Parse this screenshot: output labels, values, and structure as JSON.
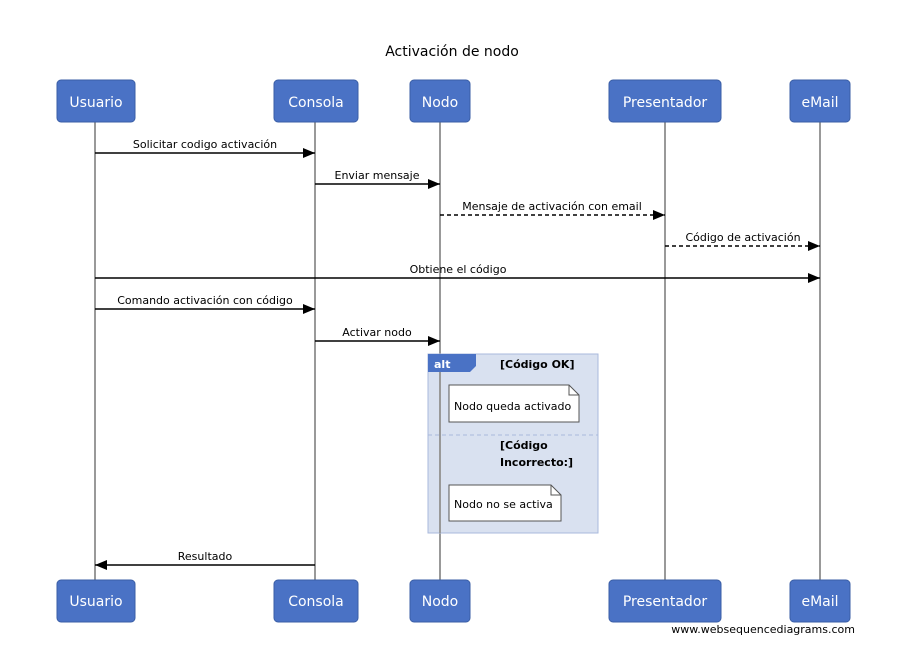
{
  "diagram": {
    "title": "Activación de nodo",
    "actors": [
      {
        "id": "usuario",
        "label": "Usuario"
      },
      {
        "id": "consola",
        "label": "Consola"
      },
      {
        "id": "nodo",
        "label": "Nodo"
      },
      {
        "id": "presentador",
        "label": "Presentador"
      },
      {
        "id": "email",
        "label": "eMail"
      }
    ],
    "messages": [
      {
        "from": "usuario",
        "to": "consola",
        "label": "Solicitar codigo activación",
        "style": "solid"
      },
      {
        "from": "consola",
        "to": "nodo",
        "label": "Enviar mensaje",
        "style": "solid"
      },
      {
        "from": "nodo",
        "to": "presentador",
        "label": "Mensaje de activación con email",
        "style": "dashed"
      },
      {
        "from": "presentador",
        "to": "email",
        "label": "Código de activación",
        "style": "dashed"
      },
      {
        "from": "usuario",
        "to": "email",
        "label": "Obtiene el código",
        "style": "solid"
      },
      {
        "from": "usuario",
        "to": "consola",
        "label": "Comando activación con código",
        "style": "solid"
      },
      {
        "from": "consola",
        "to": "nodo",
        "label": "Activar nodo",
        "style": "solid"
      },
      {
        "from": "consola",
        "to": "usuario",
        "label": "Resultado",
        "style": "solid"
      }
    ],
    "alt": {
      "tag": "alt",
      "condition1": "[Código OK]",
      "note1": "Nodo queda activado",
      "condition2_line1": "[Código",
      "condition2_line2": "Incorrecto:]",
      "note2": "Nodo no se activa"
    },
    "watermark": "www.websequencediagrams.com"
  }
}
